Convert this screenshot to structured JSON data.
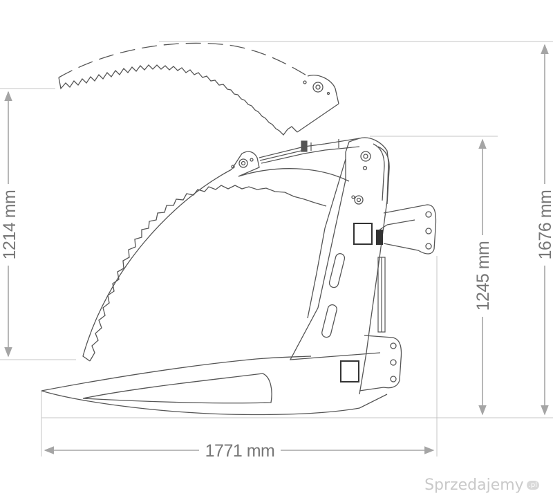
{
  "dimensions": {
    "width": "1771 mm",
    "height_left": "1214 mm",
    "height_mid": "1245 mm",
    "height_right": "1676 mm"
  },
  "watermark": {
    "text": "Sprzedajemy",
    "suffix": ".pl"
  },
  "colors": {
    "outline": "#555555",
    "dimension": "#9a9a9a",
    "dimension_text": "#777777",
    "dark_part": "#333333"
  }
}
